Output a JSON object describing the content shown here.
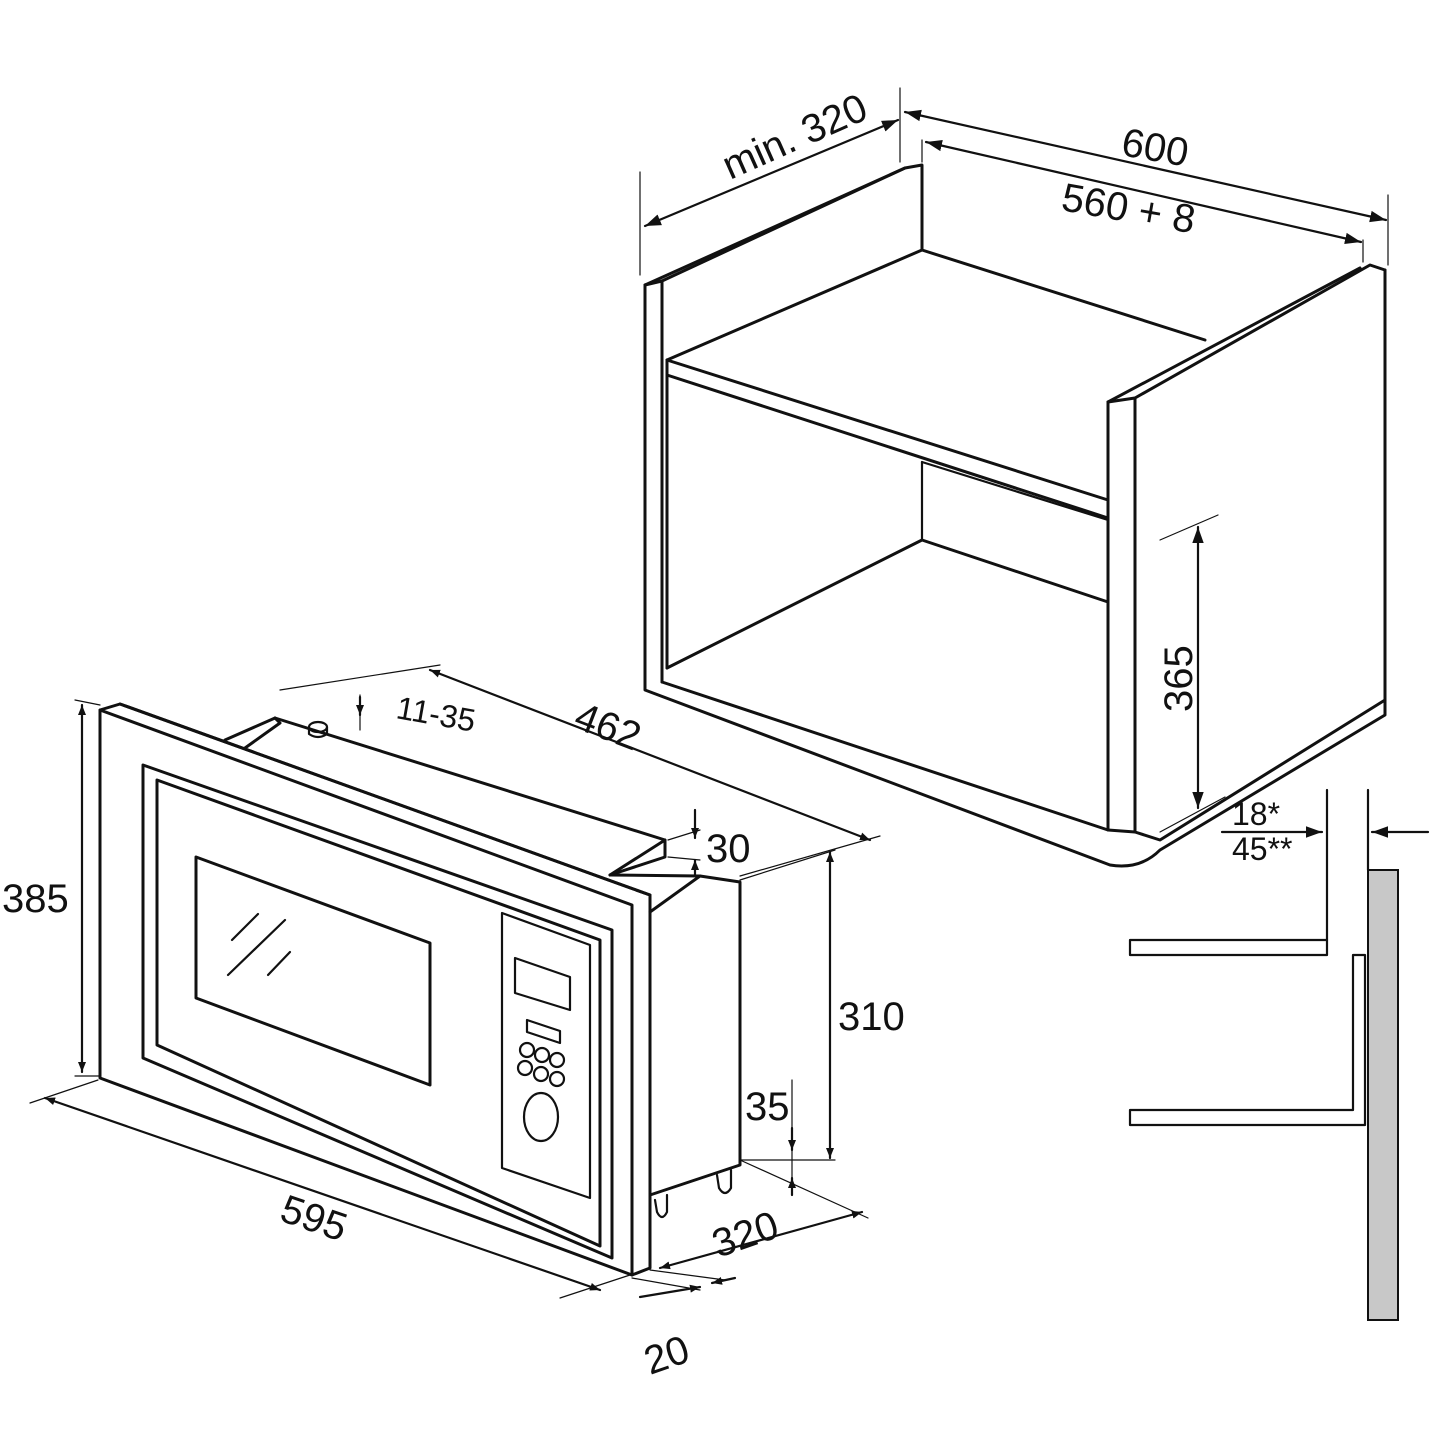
{
  "colors": {
    "line": "#111111",
    "wall": "#c8c8c8",
    "background": "#ffffff"
  },
  "cabinet": {
    "depth_label": "min. 320",
    "width_label": "600",
    "inner_width_label": "560 + 8",
    "opening_height_label": "365"
  },
  "microwave": {
    "frame_height_label": "385",
    "frame_width_label": "595",
    "top_depth_label": "462",
    "vent_range_label": "11-35",
    "top_offset_label": "30",
    "body_height_label": "310",
    "foot_height_label": "35",
    "body_depth_label": "320",
    "frame_depth_label": "20"
  },
  "section": {
    "gap_label_top": "18*",
    "gap_label_bottom": "45**"
  }
}
